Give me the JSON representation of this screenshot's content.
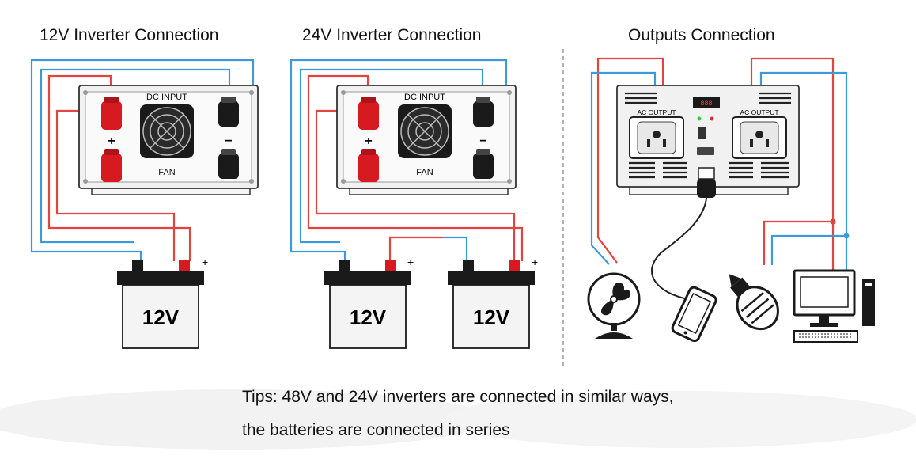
{
  "titles": {
    "left": "12V Inverter Connection",
    "middle": "24V Inverter Connection",
    "right": "Outputs Connection"
  },
  "inverter_labels": {
    "dc_input": "DC INPUT",
    "fan": "FAN",
    "plus": "+",
    "minus": "−",
    "ac_output": "AC OUTPUT"
  },
  "battery": {
    "voltage": "12V",
    "neg": "−",
    "pos": "+"
  },
  "tips": {
    "line1": "Tips: 48V and 24V inverters are connected in similar ways,",
    "line2": "the batteries are connected in series"
  },
  "colors": {
    "positive_wire": "#e0453f",
    "negative_wire": "#3d9ad6",
    "terminal_red": "#d71920",
    "terminal_black": "#1a1a1a"
  },
  "icons": [
    "fan-icon",
    "phone-icon",
    "bulb-icon",
    "computer-icon",
    "usb-plug-icon"
  ]
}
